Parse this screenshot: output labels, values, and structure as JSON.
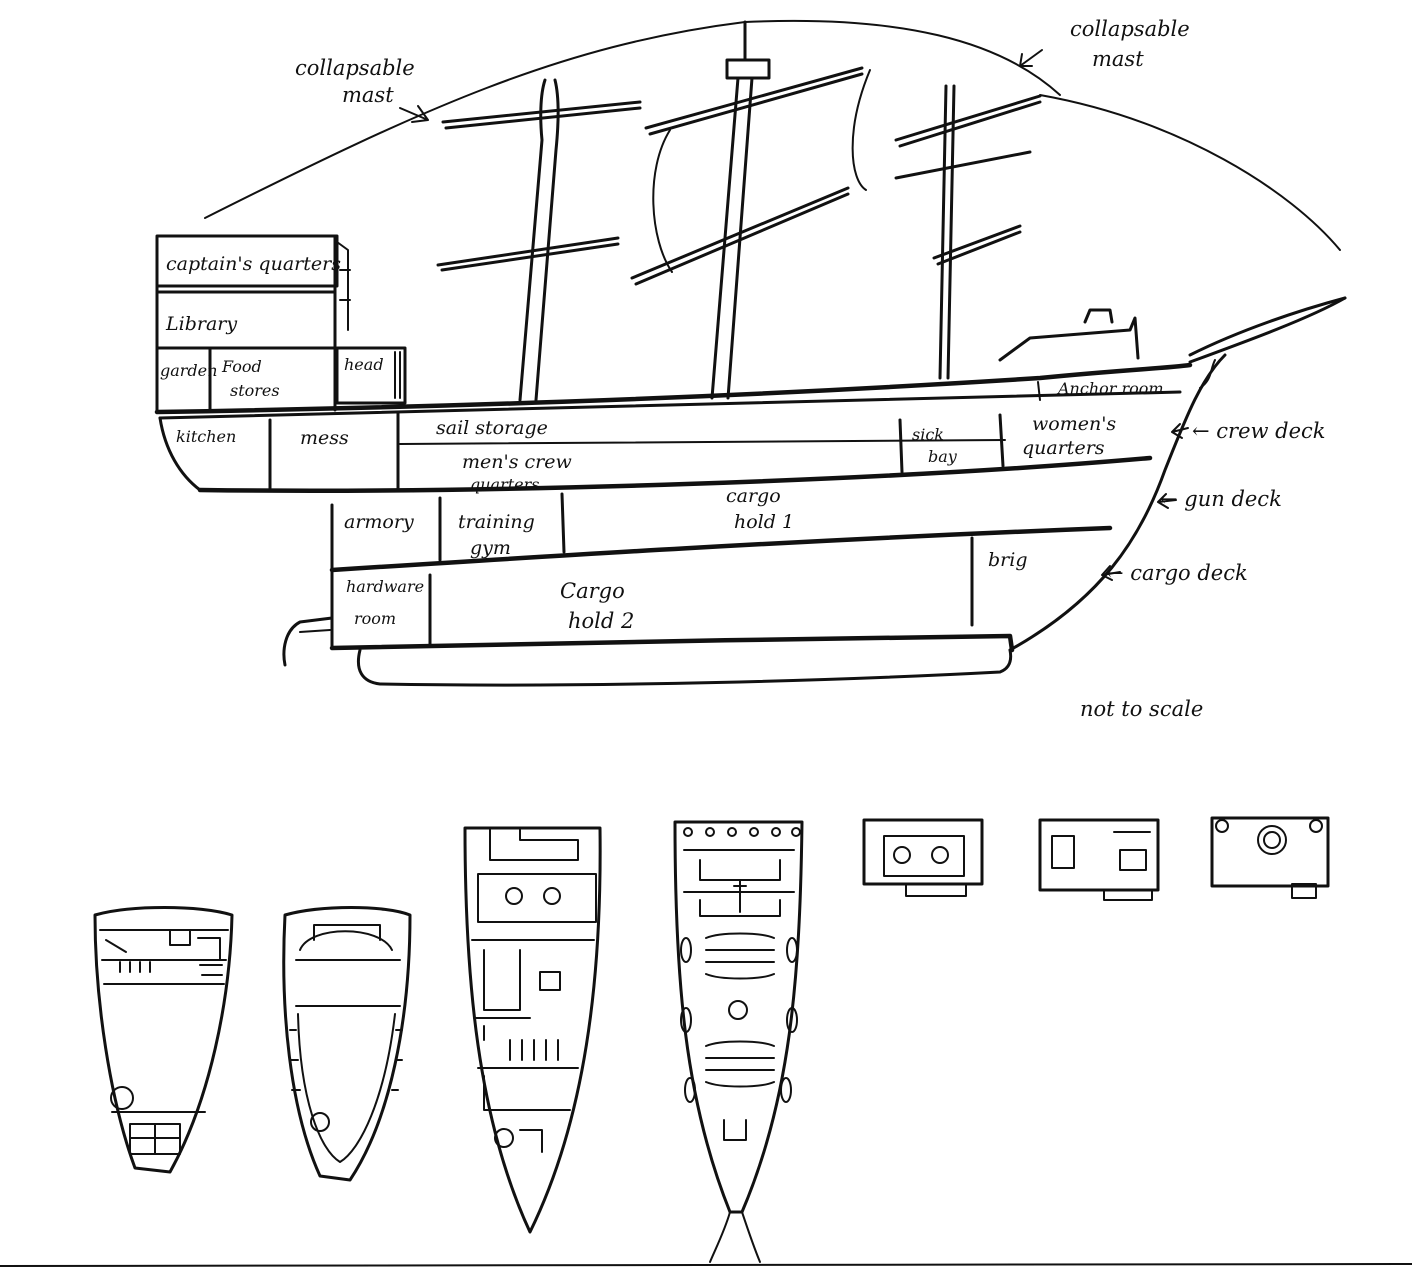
{
  "annotations": {
    "mast_left": [
      "collapsable",
      "mast"
    ],
    "mast_right": [
      "collapsable",
      "mast"
    ],
    "crew_deck": "← crew deck",
    "gun_deck": "← gun deck",
    "cargo_deck": "← cargo deck",
    "scale_note": "not to scale"
  },
  "rooms": {
    "captains_quarters": "captain's quarters",
    "library": "Library",
    "garden": [
      "garden"
    ],
    "food_stores": [
      "Food",
      "stores"
    ],
    "head": "head",
    "anchor_room": "Anchor room",
    "kitchen": "kitchen",
    "mess": "mess",
    "sail_storage": "sail   storage",
    "mens_crew_quarters": [
      "men's crew",
      "quarters"
    ],
    "sick_bay": [
      "sick",
      "bay"
    ],
    "womens_quarters": [
      "women's",
      "quarters"
    ],
    "armory": "armory",
    "training_gym": [
      "training",
      "gym"
    ],
    "cargo_hold_1": [
      "cargo",
      "hold 1"
    ],
    "brig": "brig",
    "hardware_room": [
      "hardware",
      "room"
    ],
    "cargo_hold_2": [
      "Cargo",
      "hold 2"
    ]
  },
  "plan_views": [
    "deck-plan-1",
    "deck-plan-2",
    "deck-plan-3",
    "deck-plan-4",
    "cabin-plan-1",
    "cabin-plan-2",
    "cabin-plan-3"
  ]
}
